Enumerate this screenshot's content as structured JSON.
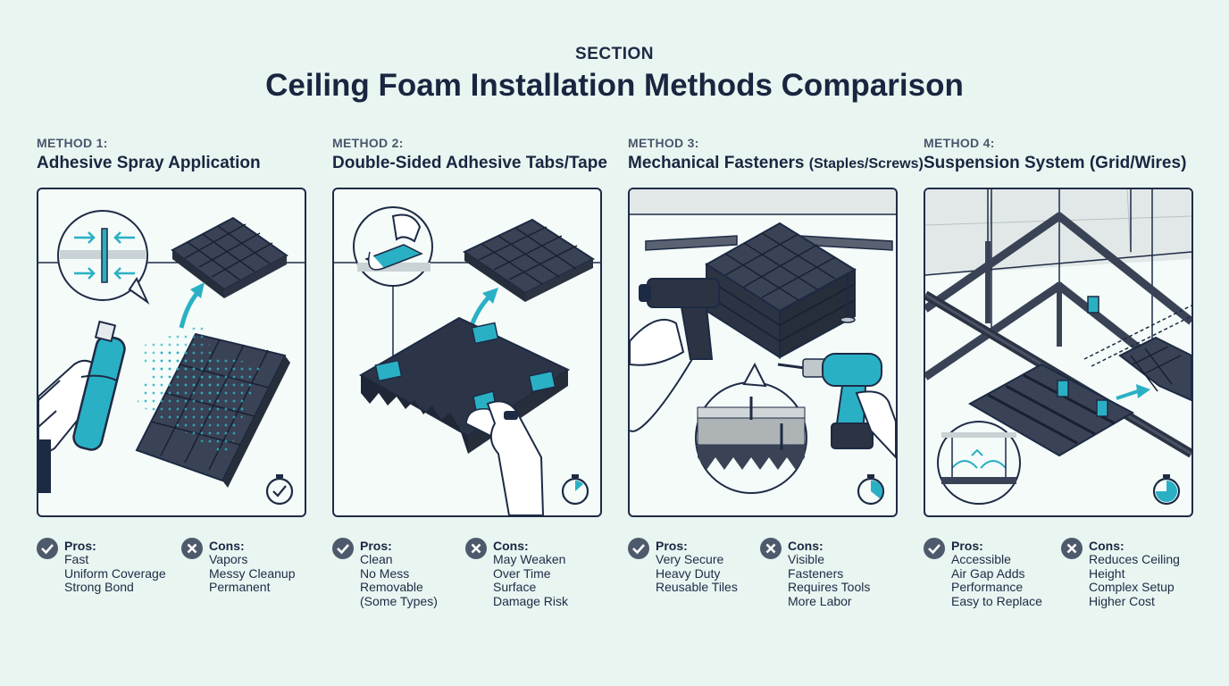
{
  "header": {
    "eyebrow": "SECTION",
    "title": "Ceiling Foam Installation Methods Comparison"
  },
  "colors": {
    "accent": "#2ab0c5",
    "ink": "#1d2a44",
    "foam": "#3a4356",
    "background": "#e9f5f1"
  },
  "methods": [
    {
      "number": "METHOD 1:",
      "name": "Adhesive Spray Application",
      "icons": [
        "spray-can-icon",
        "stopwatch-icon",
        "pros-check-icon",
        "cons-x-icon"
      ],
      "pros_label": "Pros:",
      "pros": [
        "Fast",
        "Uniform Coverage",
        "Strong Bond"
      ],
      "cons_label": "Cons:",
      "cons": [
        "Vapors",
        "Messy Cleanup",
        "Permanent"
      ]
    },
    {
      "number": "METHOD 2:",
      "name": "Double-Sided Adhesive Tabs/Tape",
      "icons": [
        "adhesive-tab-icon",
        "stopwatch-icon",
        "pros-check-icon",
        "cons-x-icon"
      ],
      "pros_label": "Pros:",
      "pros": [
        "Clean",
        "No Mess",
        "Removable",
        "(Some Types)"
      ],
      "cons_label": "Cons:",
      "cons": [
        "May Weaken",
        "Over Time",
        "Surface",
        "Damage Risk"
      ]
    },
    {
      "number": "METHOD 3:",
      "name": "Mechanical Fasteners",
      "name_suffix": "(Staples/Screws)",
      "icons": [
        "staple-gun-icon",
        "drill-icon",
        "stopwatch-icon",
        "pros-check-icon",
        "cons-x-icon"
      ],
      "pros_label": "Pros:",
      "pros": [
        "Very Secure",
        "Heavy Duty",
        "Reusable Tiles"
      ],
      "cons_label": "Cons:",
      "cons": [
        "Visible",
        "Fasteners",
        "Requires Tools",
        "More Labor"
      ]
    },
    {
      "number": "METHOD 4:",
      "name": "Suspension System (Grid/Wires)",
      "icons": [
        "suspension-grid-icon",
        "stopwatch-icon",
        "pros-check-icon",
        "cons-x-icon"
      ],
      "pros_label": "Pros:",
      "pros": [
        "Accessible",
        "Air Gap Adds",
        "Performance",
        "Easy to Replace"
      ],
      "cons_label": "Cons:",
      "cons": [
        "Reduces Ceiling",
        "Height",
        "Complex Setup",
        "Higher Cost"
      ]
    }
  ]
}
